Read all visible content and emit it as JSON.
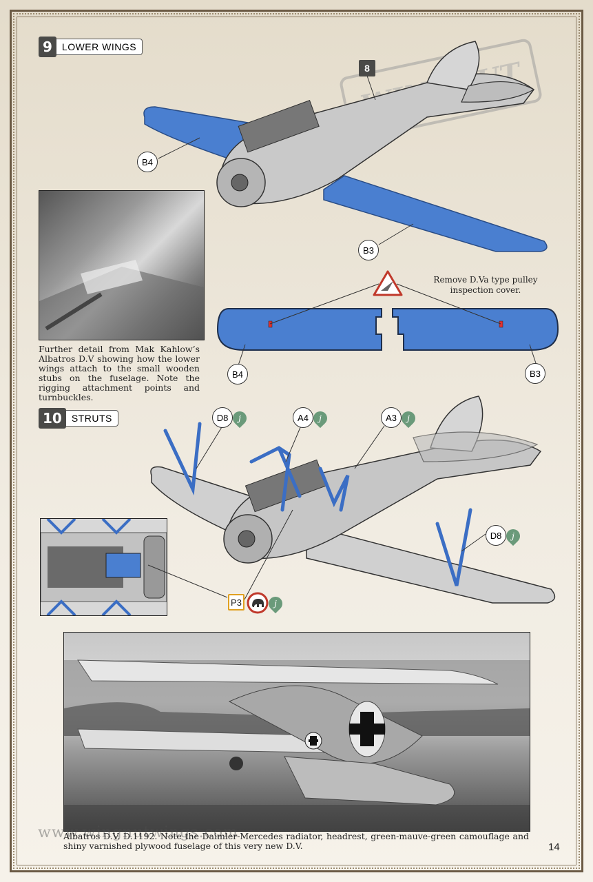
{
  "step9": {
    "number": "9",
    "title": "LOWER WINGS"
  },
  "step10": {
    "number": "10",
    "title": "STRUTS"
  },
  "callouts": {
    "c8": "8",
    "b4_top": "B4",
    "b3_top": "B3",
    "b4_bottom": "B4",
    "b3_bottom": "B3",
    "d8_left": "D8",
    "a4": "A4",
    "a3": "A3",
    "d8_right": "D8",
    "p3": "P3"
  },
  "paint_code": "j",
  "pulley_note": "Remove D.Va type pulley inspection cover.",
  "photo1_caption": "Further detail from Mak Kahlow’s Albatros D.V showing how the lower wings attach to the small wooden stubs on the fuselage. Note the rigging attachment points and turnbuckles.",
  "photo2_caption": "Albatros D.V. D.1192. Note the Daimler-Mercedes radiator, headrest, green-mauve-green camouflage and shiny varnished plywood fuselage of this very new D.V.",
  "watermark": "www.wingnutwings.com",
  "logo_text": "WINGNUT WINGS",
  "page_number": "14",
  "colors": {
    "part_blue": "#4a7fd0",
    "frame": "#6b5a44",
    "fuselage": "#c9c9c9",
    "warning_red": "#c0392b"
  }
}
